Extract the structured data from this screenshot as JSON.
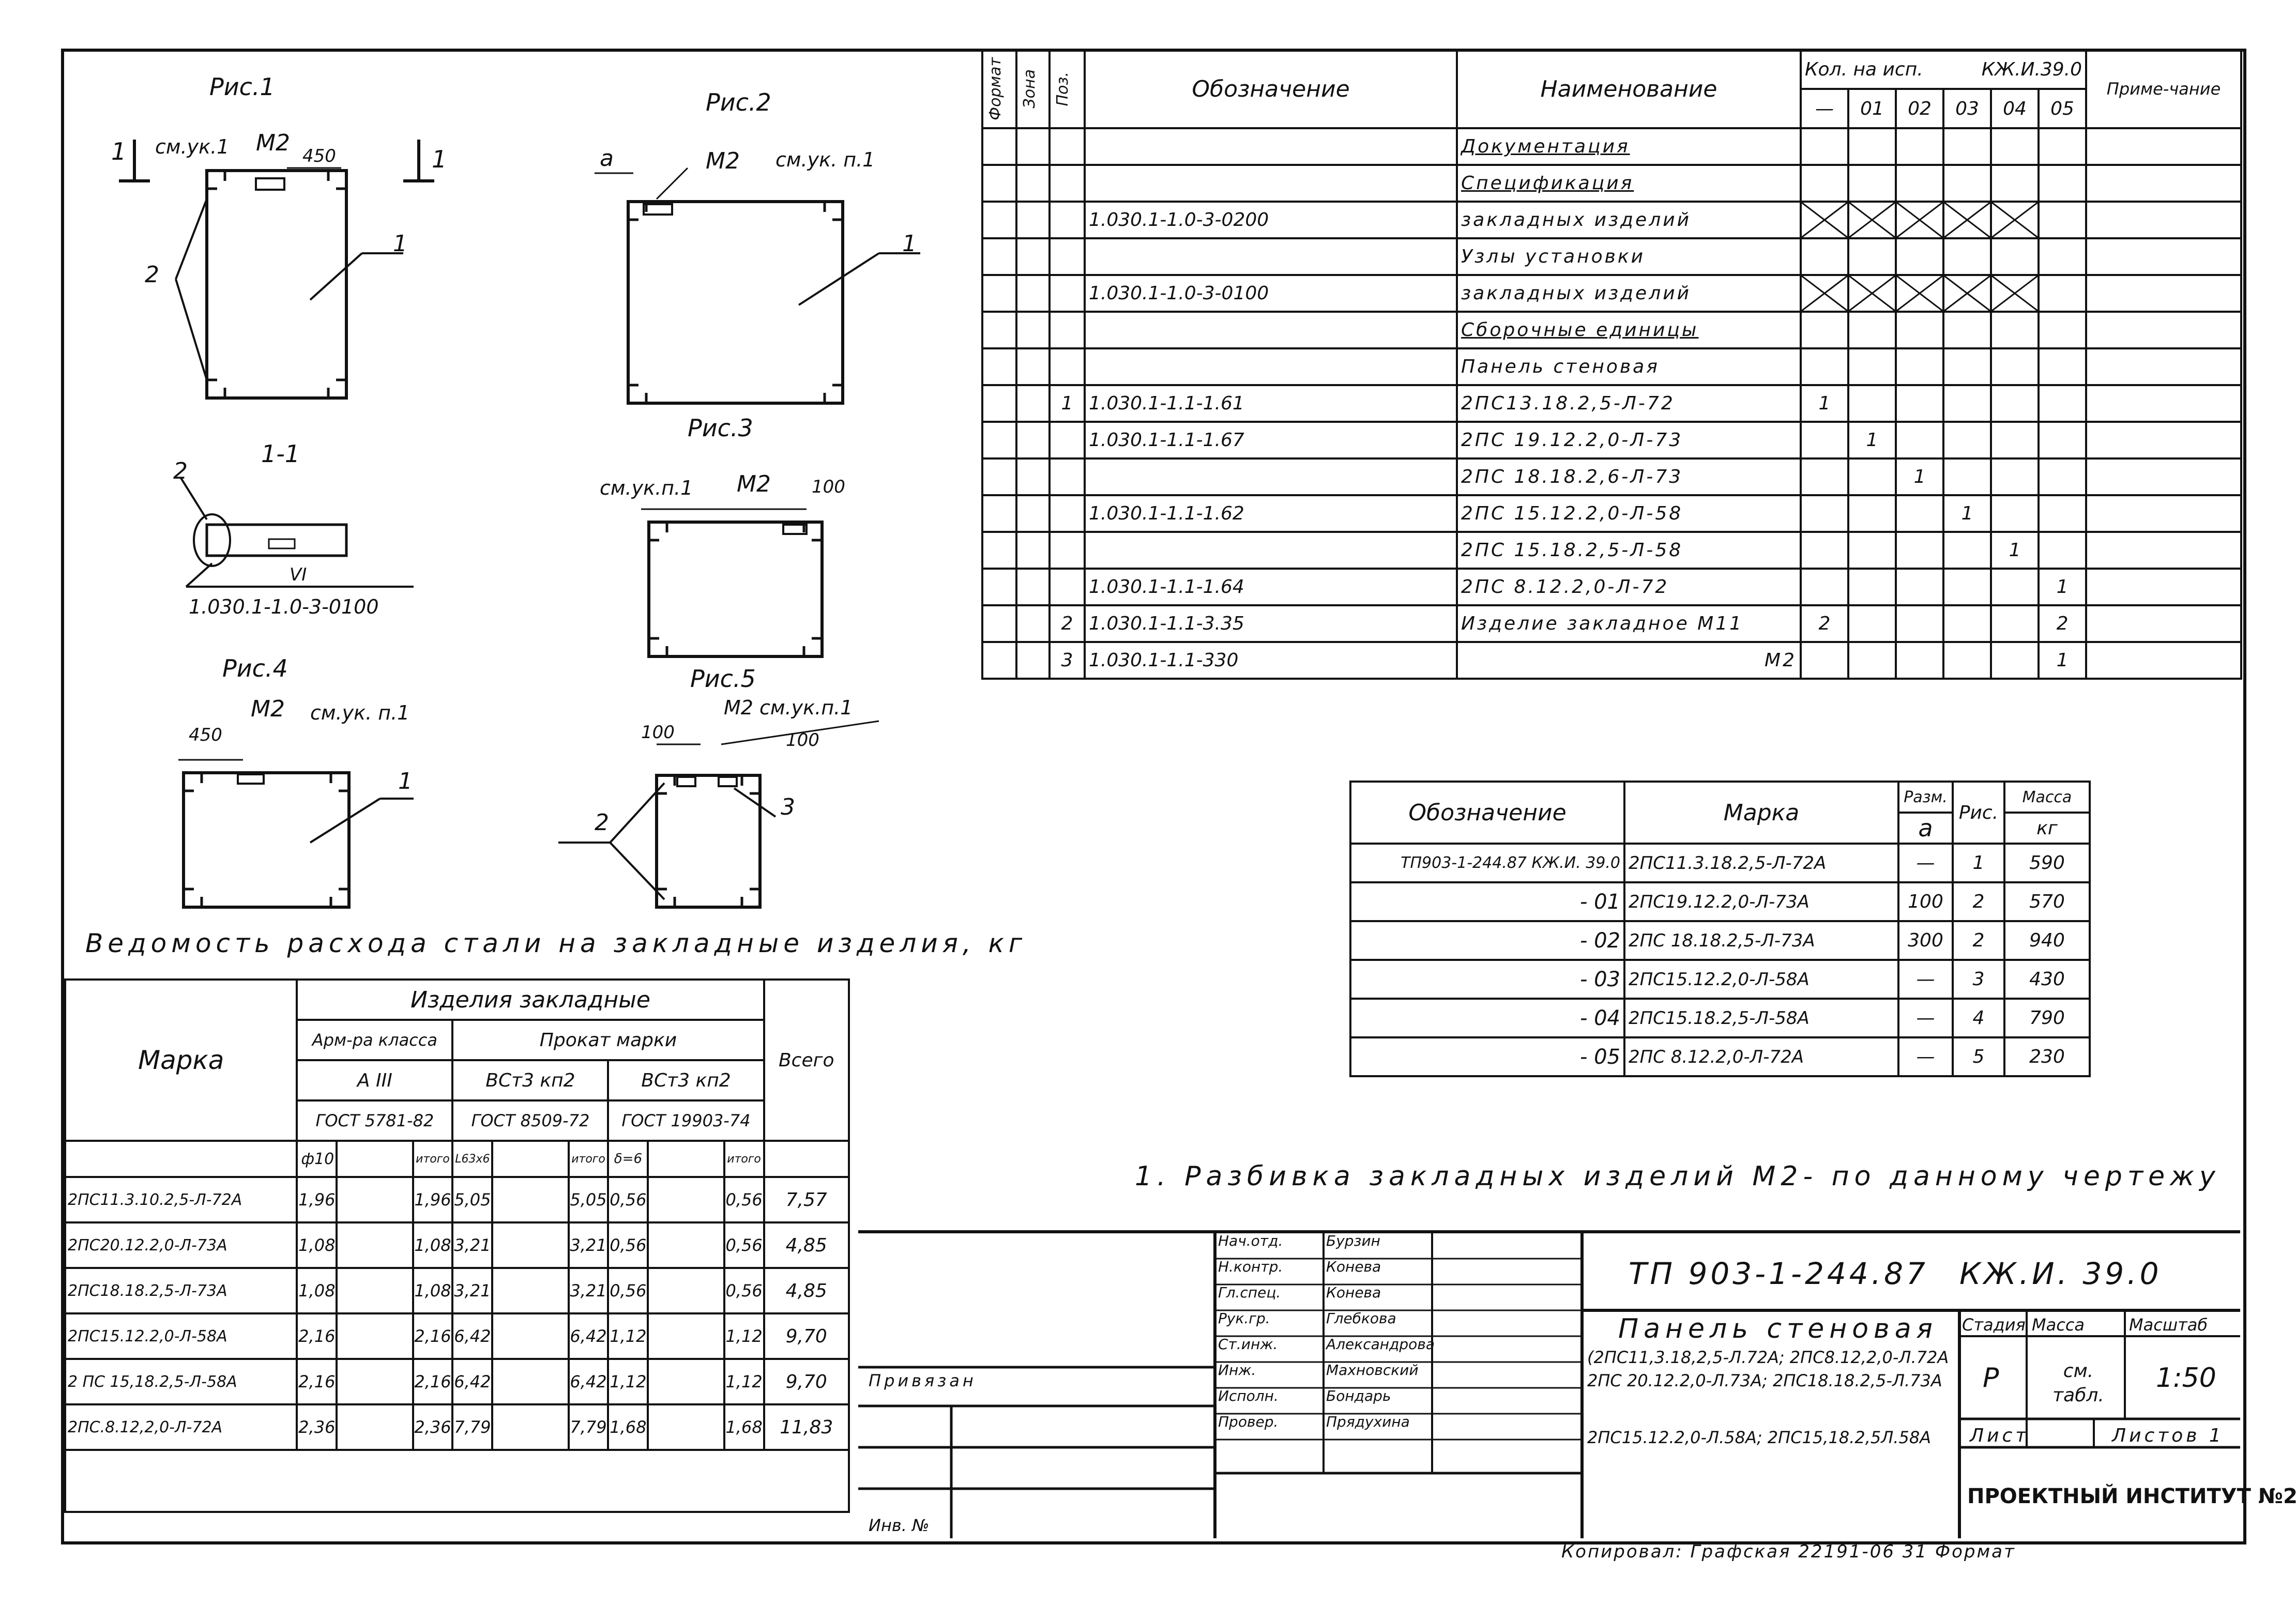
{
  "figures": {
    "fig1": {
      "label": "Рис.1",
      "callout": "см.ук.1",
      "m2": "М2",
      "dim": "450",
      "section_marker": "1",
      "pos1": "1",
      "pos2": "2"
    },
    "fig2": {
      "label": "Рис.2",
      "a": "а",
      "m2": "М2",
      "ref": "см.ук. п.1",
      "pos1": "1"
    },
    "section11": {
      "label": "1-1",
      "pos2": "2",
      "vi": "VI",
      "ref": "1.030.1-1.0-3-0100"
    },
    "fig3": {
      "label": "Рис.3",
      "ref": "см.ук.п.1",
      "m2": "М2",
      "dim": "100"
    },
    "fig4": {
      "label": "Рис.4",
      "dim": "450",
      "m2": "М2",
      "ref": "см.ук. п.1",
      "pos1": "1"
    },
    "fig5": {
      "label": "Рис.5",
      "dim1": "100",
      "m2": "М2 см.ук.п.1",
      "dim2": "100",
      "pos2": "2",
      "pos3": "3"
    }
  },
  "spec": {
    "headers": {
      "format": "Формат",
      "zone": "Зона",
      "pos": "Поз.",
      "designation": "Обозначение",
      "name": "Наименование",
      "qty": "Кол. на исп.",
      "doc_code": "КЖ.И.39.0",
      "note": "Приме-чание"
    },
    "qty_cols": [
      "—",
      "01",
      "02",
      "03",
      "04",
      "05"
    ],
    "rows": [
      {
        "pos": "",
        "designation": "",
        "name": "Документация",
        "underline": true,
        "crossed": false,
        "q": [
          "",
          "",
          "",
          "",
          "",
          ""
        ]
      },
      {
        "pos": "",
        "designation": "",
        "name": "Спецификация",
        "underline": true,
        "crossed": false,
        "q": [
          "",
          "",
          "",
          "",
          "",
          ""
        ]
      },
      {
        "pos": "",
        "designation": "1.030.1-1.0-3-0200",
        "name": "закладных изделий",
        "underline": false,
        "crossed": true,
        "q": [
          "",
          "",
          "",
          "",
          "",
          ""
        ]
      },
      {
        "pos": "",
        "designation": "",
        "name": "Узлы установки",
        "underline": false,
        "crossed": false,
        "q": [
          "",
          "",
          "",
          "",
          "",
          ""
        ]
      },
      {
        "pos": "",
        "designation": "1.030.1-1.0-3-0100",
        "name": "закладных изделий",
        "underline": false,
        "crossed": true,
        "q": [
          "",
          "",
          "",
          "",
          "",
          ""
        ]
      },
      {
        "pos": "",
        "designation": "",
        "name": "Сборочные единицы",
        "underline": true,
        "crossed": false,
        "q": [
          "",
          "",
          "",
          "",
          "",
          ""
        ]
      },
      {
        "pos": "",
        "designation": "",
        "name": "Панель стеновая",
        "underline": false,
        "crossed": false,
        "q": [
          "",
          "",
          "",
          "",
          "",
          ""
        ]
      },
      {
        "pos": "1",
        "designation": "1.030.1-1.1-1.61",
        "name": "2ПС13.18.2,5-Л-72",
        "underline": false,
        "crossed": false,
        "q": [
          "1",
          "",
          "",
          "",
          "",
          ""
        ]
      },
      {
        "pos": "",
        "designation": "1.030.1-1.1-1.67",
        "name": "2ПС 19.12.2,0-Л-73",
        "underline": false,
        "crossed": false,
        "q": [
          "",
          "1",
          "",
          "",
          "",
          ""
        ]
      },
      {
        "pos": "",
        "designation": "",
        "name": "2ПС 18.18.2,6-Л-73",
        "underline": false,
        "crossed": false,
        "q": [
          "",
          "",
          "1",
          "",
          "",
          ""
        ]
      },
      {
        "pos": "",
        "designation": "1.030.1-1.1-1.62",
        "name": "2ПС 15.12.2,0-Л-58",
        "underline": false,
        "crossed": false,
        "q": [
          "",
          "",
          "",
          "1",
          "",
          ""
        ]
      },
      {
        "pos": "",
        "designation": "",
        "name": "2ПС 15.18.2,5-Л-58",
        "underline": false,
        "crossed": false,
        "q": [
          "",
          "",
          "",
          "",
          "1",
          ""
        ]
      },
      {
        "pos": "",
        "designation": "1.030.1-1.1-1.64",
        "name": "2ПС 8.12.2,0-Л-72",
        "underline": false,
        "crossed": false,
        "q": [
          "",
          "",
          "",
          "",
          "",
          "1"
        ]
      },
      {
        "pos": "2",
        "designation": "1.030.1-1.1-3.35",
        "name": "Изделие закладное М11",
        "underline": false,
        "crossed": false,
        "q": [
          "2",
          "",
          "",
          "",
          "",
          "2"
        ]
      },
      {
        "pos": "3",
        "designation": "1.030.1-1.1-330",
        "name": "М2",
        "underline": false,
        "crossed": false,
        "name_right": true,
        "q": [
          "",
          "",
          "",
          "",
          "",
          "1"
        ]
      }
    ]
  },
  "marks": {
    "headers": {
      "designation": "Обозначение",
      "mark": "Марка",
      "size": "Разм.",
      "size_a": "а",
      "fig": "Рис.",
      "mass": "Масса",
      "mass_unit": "кг"
    },
    "rows": [
      {
        "designation": "ТП903-1-244.87 КЖ.И. 39.0",
        "mark": "2ПС11.3.18.2,5-Л-72А",
        "a": "—",
        "fig": "1",
        "mass": "590"
      },
      {
        "designation": "- 01",
        "mark": "2ПС19.12.2,0-Л-73А",
        "a": "100",
        "fig": "2",
        "mass": "570"
      },
      {
        "designation": "- 02",
        "mark": "2ПС 18.18.2,5-Л-73А",
        "a": "300",
        "fig": "2",
        "mass": "940"
      },
      {
        "designation": "- 03",
        "mark": "2ПС15.12.2,0-Л-58А",
        "a": "—",
        "fig": "3",
        "mass": "430"
      },
      {
        "designation": "- 04",
        "mark": "2ПС15.18.2,5-Л-58А",
        "a": "—",
        "fig": "4",
        "mass": "790"
      },
      {
        "designation": "- 05",
        "mark": "2ПС 8.12.2,0-Л-72А",
        "a": "—",
        "fig": "5",
        "mass": "230"
      }
    ]
  },
  "note": "1. Разбивка закладных изделий М2- по данному чертежу",
  "steel": {
    "title": "Ведомость расхода стали на закладные изделия, кг",
    "headers": {
      "mark": "Марка",
      "embedded": "Изделия закладные",
      "rebar": "Арм-ра класса",
      "rolled": "Прокат марки",
      "a3": "А III",
      "vst1": "ВСт3 кп2",
      "vst2": "ВСт3 кп2",
      "total": "Всего",
      "gost1": "ГОСТ 5781-82",
      "gost2": "ГОСТ 8509-72",
      "gost3": "ГОСТ 19903-74",
      "d10": "ф10",
      "itogo": "итого",
      "l63": "L63х6",
      "itogo2": "итого",
      "d6": "δ=6",
      "itogo3": "итого"
    },
    "rows": [
      {
        "mark": "2ПС11.3.10.2,5-Л-72А",
        "d10": "1,96",
        "i1": "1,96",
        "l63": "5,05",
        "i2": "5,05",
        "d6": "0,56",
        "i3": "0,56",
        "total": "7,57"
      },
      {
        "mark": "2ПС20.12.2,0-Л-73А",
        "d10": "1,08",
        "i1": "1,08",
        "l63": "3,21",
        "i2": "3,21",
        "d6": "0,56",
        "i3": "0,56",
        "total": "4,85"
      },
      {
        "mark": "2ПС18.18.2,5-Л-73А",
        "d10": "1,08",
        "i1": "1,08",
        "l63": "3,21",
        "i2": "3,21",
        "d6": "0,56",
        "i3": "0,56",
        "total": "4,85"
      },
      {
        "mark": "2ПС15.12.2,0-Л-58А",
        "d10": "2,16",
        "i1": "2,16",
        "l63": "6,42",
        "i2": "6,42",
        "d6": "1,12",
        "i3": "1,12",
        "total": "9,70"
      },
      {
        "mark": "2 ПС 15,18.2,5-Л-58А",
        "d10": "2,16",
        "i1": "2,16",
        "l63": "6,42",
        "i2": "6,42",
        "d6": "1,12",
        "i3": "1,12",
        "total": "9,70"
      },
      {
        "mark": "2ПС.8.12,2,0-Л-72А",
        "d10": "2,36",
        "i1": "2,36",
        "l63": "7,79",
        "i2": "7,79",
        "d6": "1,68",
        "i3": "1,68",
        "total": "11,83"
      }
    ]
  },
  "stamp": {
    "privyazan": "Привязан",
    "inv": "Инв. №",
    "code": "ТП 903-1-244.87",
    "doc": "КЖ.И. 39.0",
    "title": "Панель стеновая",
    "subtitle1": "(2ПС11,3.18,2,5-Л.72А; 2ПС8.12,2,0-Л.72А",
    "subtitle2": "2ПС 20.12.2,0-Л.73А; 2ПС18.18.2,5-Л.73А",
    "subtitle3": "2ПС15.12.2,0-Л.58А; 2ПС15,18.2,5Л.58А",
    "stage": "Стадия",
    "mass": "Масса",
    "scale": "Масштаб",
    "stage_v": "Р",
    "mass_v": "см. табл.",
    "scale_v": "1:50",
    "sheet": "Лист",
    "sheets": "Листов 1",
    "org": "ПРОЕКТНЫЙ ИНСТИТУТ №2",
    "people": [
      {
        "role": "Нач.отд.",
        "name": "Бурзин"
      },
      {
        "role": "Н.контр.",
        "name": "Конева"
      },
      {
        "role": "Гл.спец.",
        "name": "Конева"
      },
      {
        "role": "Рук.гр.",
        "name": "Глебкова"
      },
      {
        "role": "Ст.инж.",
        "name": "Александрова"
      },
      {
        "role": "Инж.",
        "name": "Махновский"
      },
      {
        "role": "Исполн.",
        "name": "Бондарь"
      },
      {
        "role": "Провер.",
        "name": "Прядухина"
      }
    ],
    "copied": "Копировал: Графская 22191-06  31 Формат"
  }
}
